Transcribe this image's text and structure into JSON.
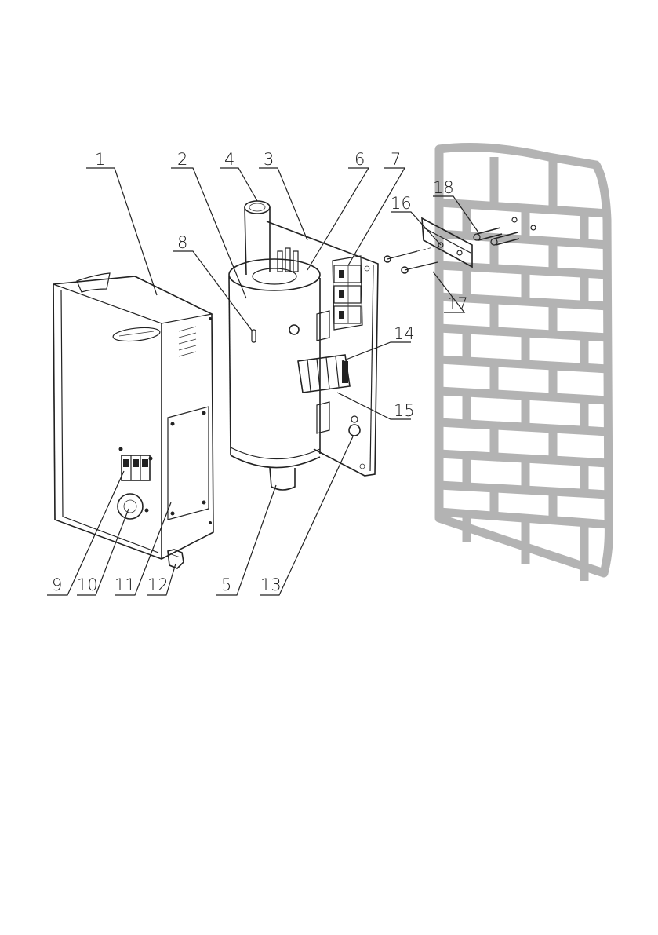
{
  "diagram": {
    "callouts": [
      "1",
      "2",
      "3",
      "4",
      "5",
      "6",
      "7",
      "8",
      "9",
      "10",
      "11",
      "12",
      "13",
      "14",
      "15",
      "16",
      "17",
      "18"
    ],
    "colors": {
      "line": "#222222",
      "brick": "#b3b3b3",
      "background": "#ffffff"
    }
  }
}
